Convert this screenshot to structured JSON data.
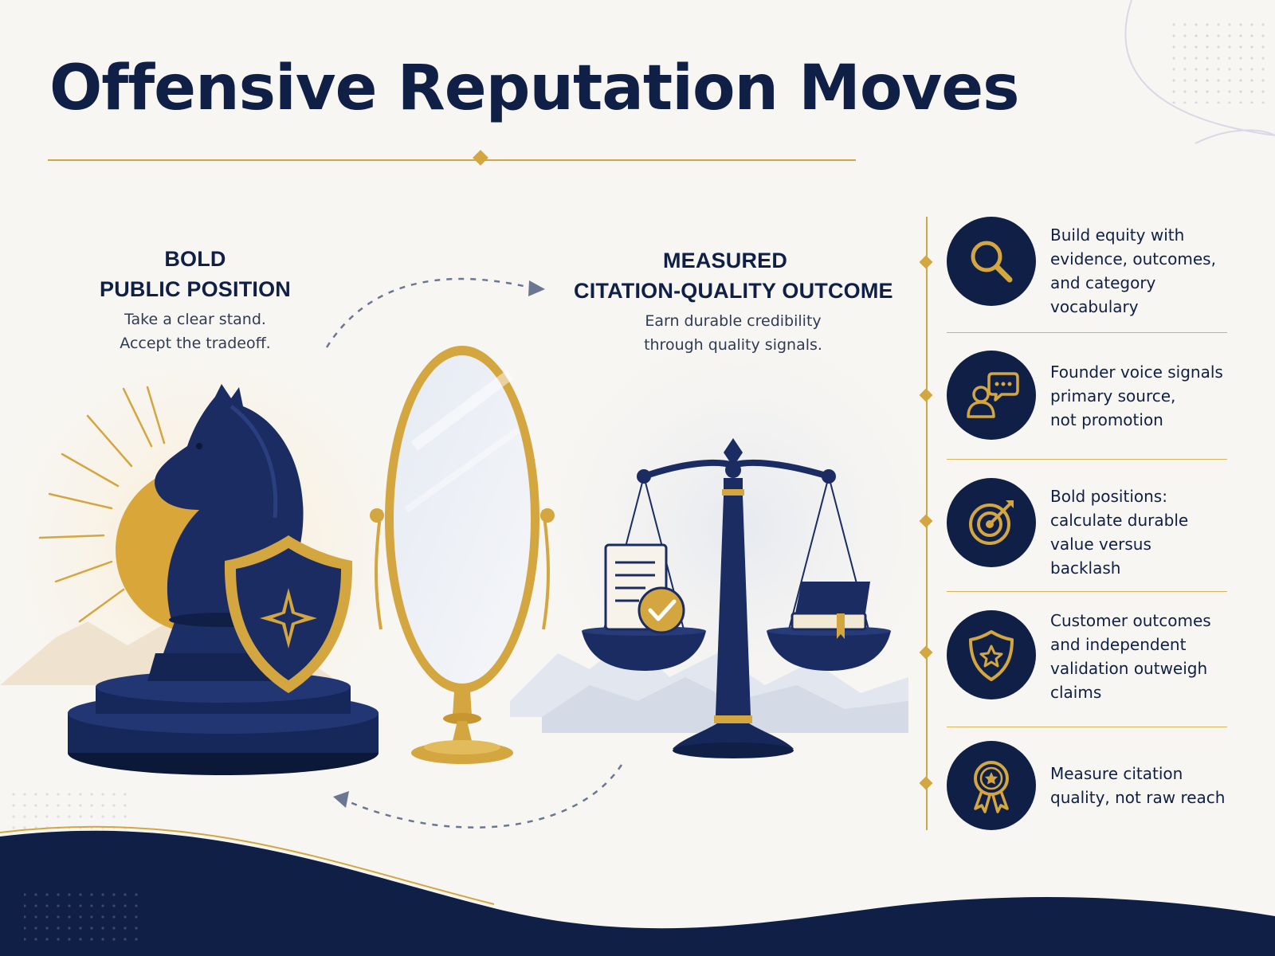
{
  "title": "Offensive Reputation Moves",
  "left_block": {
    "heading_lines": [
      "BOLD",
      "PUBLIC POSITION"
    ],
    "sub_lines": [
      "Take a clear stand.",
      "Accept the tradeoff."
    ]
  },
  "middle_block": {
    "heading_lines": [
      "MEASURED",
      "CITATION-QUALITY OUTCOME"
    ],
    "sub_lines": [
      "Earn durable credibility",
      "through quality signals."
    ]
  },
  "items": [
    {
      "icon": "magnifier-icon",
      "lines": [
        "Build equity with",
        "evidence, outcomes,",
        "and category",
        "vocabulary"
      ]
    },
    {
      "icon": "speaker-chat-icon",
      "lines": [
        "Founder voice signals",
        "primary source,",
        "not promotion"
      ]
    },
    {
      "icon": "target-arrow-icon",
      "lines": [
        "Bold positions:",
        "calculate durable",
        "value versus",
        "backlash"
      ]
    },
    {
      "icon": "shield-star-icon",
      "lines": [
        "Customer outcomes",
        "and independent",
        "validation outweigh",
        "claims"
      ]
    },
    {
      "icon": "award-ribbon-icon",
      "lines": [
        "Measure citation",
        "quality, not raw reach"
      ]
    }
  ],
  "colors": {
    "navy": "#0f1f45",
    "gold": "#d4a640",
    "background": "#f8f6f2"
  }
}
